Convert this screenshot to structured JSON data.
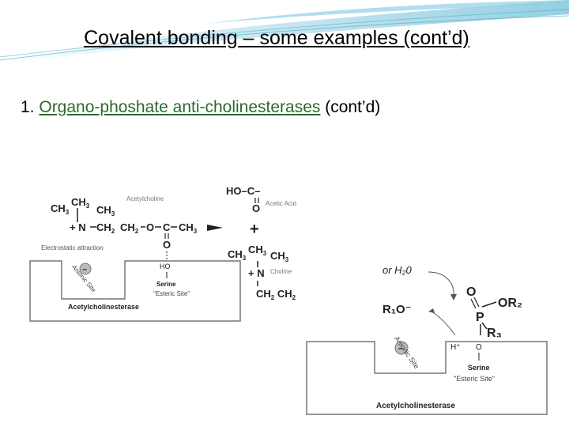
{
  "slide": {
    "title": "Covalent bonding – some examples (cont’d)",
    "subtitle_prefix": "1. ",
    "subtitle_link": "Organo-phoshate anti-cholinesterases",
    "subtitle_suffix": " (cont’d)"
  },
  "figure1": {
    "acetylcholine_label": "Acetylcholine",
    "acetic_acid_label": "Acetic Acid",
    "choline_label": "Choline",
    "electrostatic_label": "Electrostatic attraction",
    "anionic_site_label": "Anionic Site",
    "serine_label": "Serine",
    "esteric_site_label": "\"Esteric Site\"",
    "enzyme_label": "Acetylcholinesterase",
    "ch3": "CH",
    "sub3": "3",
    "ch2": "CH",
    "sub2": "2",
    "n_plus": "+ N",
    "o_label": "O",
    "c_label": "C",
    "ho_label": "HO",
    "ho_c": "HO–C–",
    "plus": "+",
    "minus": "–"
  },
  "figure2": {
    "or_water": "or H₂0",
    "o_label": "O",
    "or2_label": "OR₂",
    "p_label": "P",
    "r3_label": "R₃",
    "r1o_label": "R₁O⁻",
    "h_plus_label": "H⁺",
    "anionic_site_label": "Anionic Site",
    "serine_label": "Serine",
    "esteric_site_label": "\"Esteric Site\"",
    "enzyme_label": "Acetylcholinesterase",
    "minus": "–"
  }
}
